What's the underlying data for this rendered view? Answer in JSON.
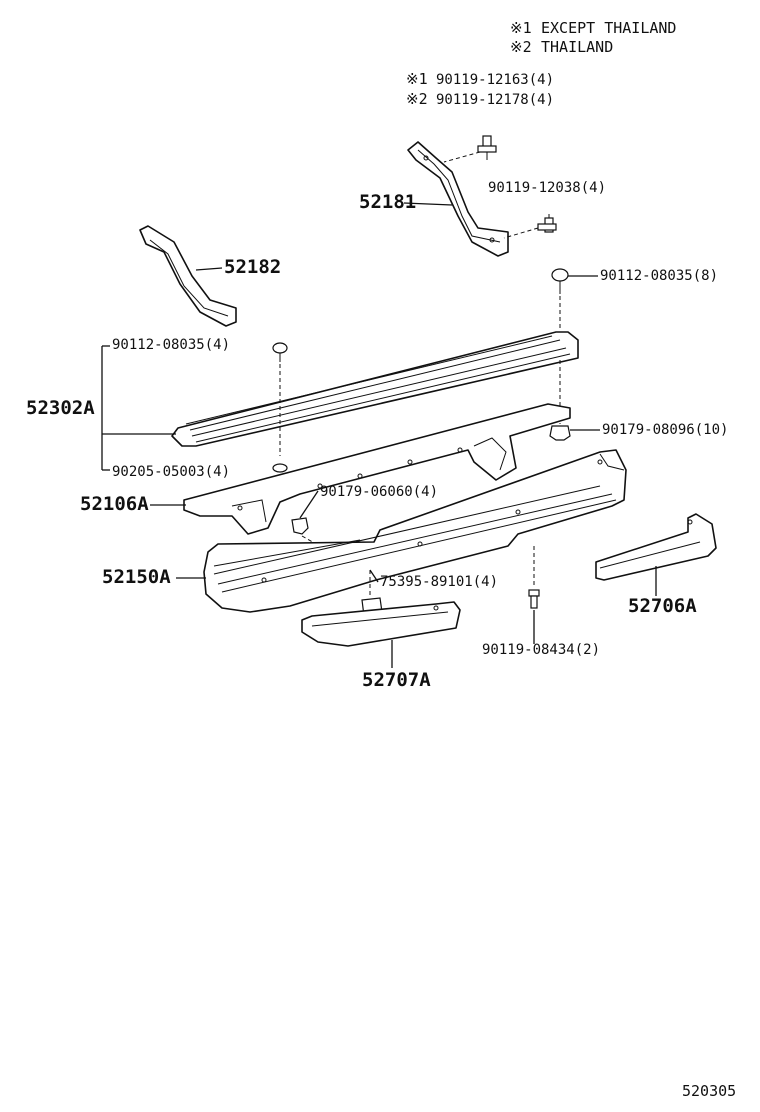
{
  "notes": {
    "note1_mark": "※1",
    "note1_text": "EXCEPT THAILAND",
    "note2_mark": "※2",
    "note2_text": "THAILAND"
  },
  "callouts": {
    "c_90119_12163": "90119-12163(4)",
    "c_90119_12178": "90119-12178(4)",
    "c_90119_12038": "90119-12038(4)",
    "c_90112_08035_8": "90112-08035(8)",
    "c_90112_08035_4": "90112-08035(4)",
    "c_90179_08096": "90179-08096(10)",
    "c_90205_05003": "90205-05003(4)",
    "c_90179_06060": "90179-06060(4)",
    "c_75395_89101": "75395-89101(4)",
    "c_90119_08434": "90119-08434(2)"
  },
  "parts": {
    "p_52181": "52181",
    "p_52182": "52182",
    "p_52302A": "52302A",
    "p_52106A": "52106A",
    "p_52150A": "52150A",
    "p_52706A": "52706A",
    "p_52707A": "52707A"
  },
  "footer": {
    "diagram_number": "520305"
  }
}
